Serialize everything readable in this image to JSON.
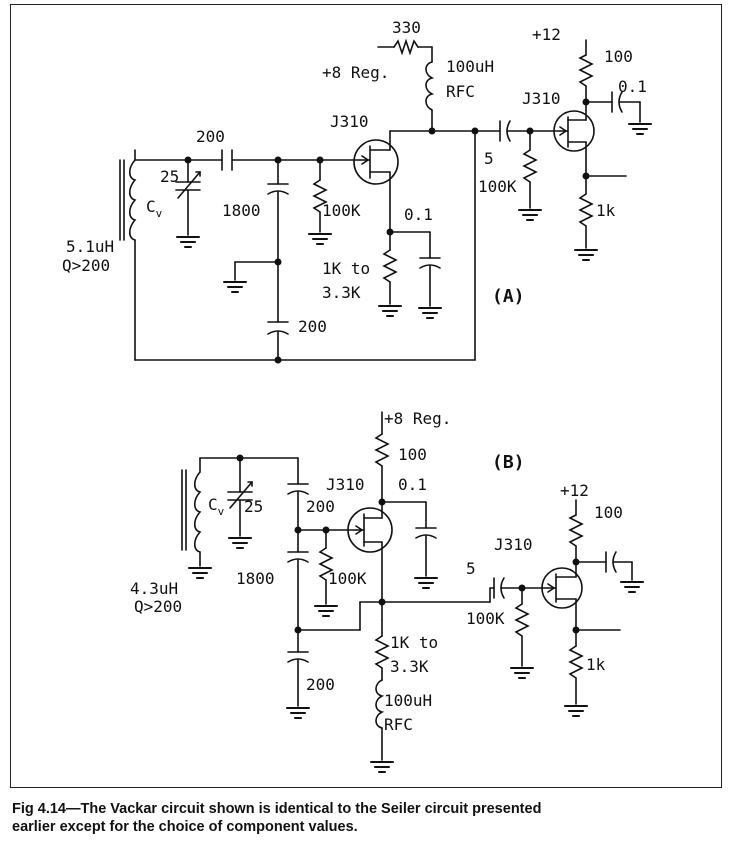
{
  "circuit_a": {
    "tag": "(A)",
    "inductor": "5.1uH",
    "q": "Q>200",
    "var_cap_value": "25",
    "var_cap_name": "C",
    "var_cap_sub": "v",
    "series_cap": "200",
    "shunt_cap_top": "1800",
    "shunt_cap_bottom": "200",
    "gate_resistor": "100K",
    "jfet_1": "J310",
    "source_res_line1": "1K to",
    "source_res_line2": "3.3K",
    "bypass_cap": "0.1",
    "drain_res": "330",
    "supply_1": "+8 Reg.",
    "rfc_value": "100uH",
    "rfc_name": "RFC",
    "coupling_cap": "5",
    "buffer_gate_res": "100K",
    "jfet_2": "J310",
    "supply_2": "+12",
    "buffer_drain_res": "100",
    "buffer_bypass": "0.1",
    "buffer_source_res": "1k"
  },
  "circuit_b": {
    "tag": "(B)",
    "inductor": "4.3uH",
    "q": "Q>200",
    "var_cap_value": "25",
    "var_cap_name": "C",
    "var_cap_sub": "v",
    "cap_top": "200",
    "cap_mid": "1800",
    "cap_bottom": "200",
    "gate_resistor": "100K",
    "jfet_1": "J310",
    "supply_1": "+8 Reg.",
    "drain_res": "100",
    "bypass_cap": "0.1",
    "source_res_line1": "1K to",
    "source_res_line2": "3.3K",
    "rfc_value": "100uH",
    "rfc_name": "RFC",
    "coupling_cap": "5",
    "buffer_gate_res": "100K",
    "jfet_2": "J310",
    "supply_2": "+12",
    "buffer_drain_res": "100",
    "buffer_source_res": "1k"
  },
  "caption": {
    "line1": "Fig 4.14—The Vackar circuit shown is identical to the Seiler circuit presented",
    "line2": "earlier except for the choice of component values."
  }
}
